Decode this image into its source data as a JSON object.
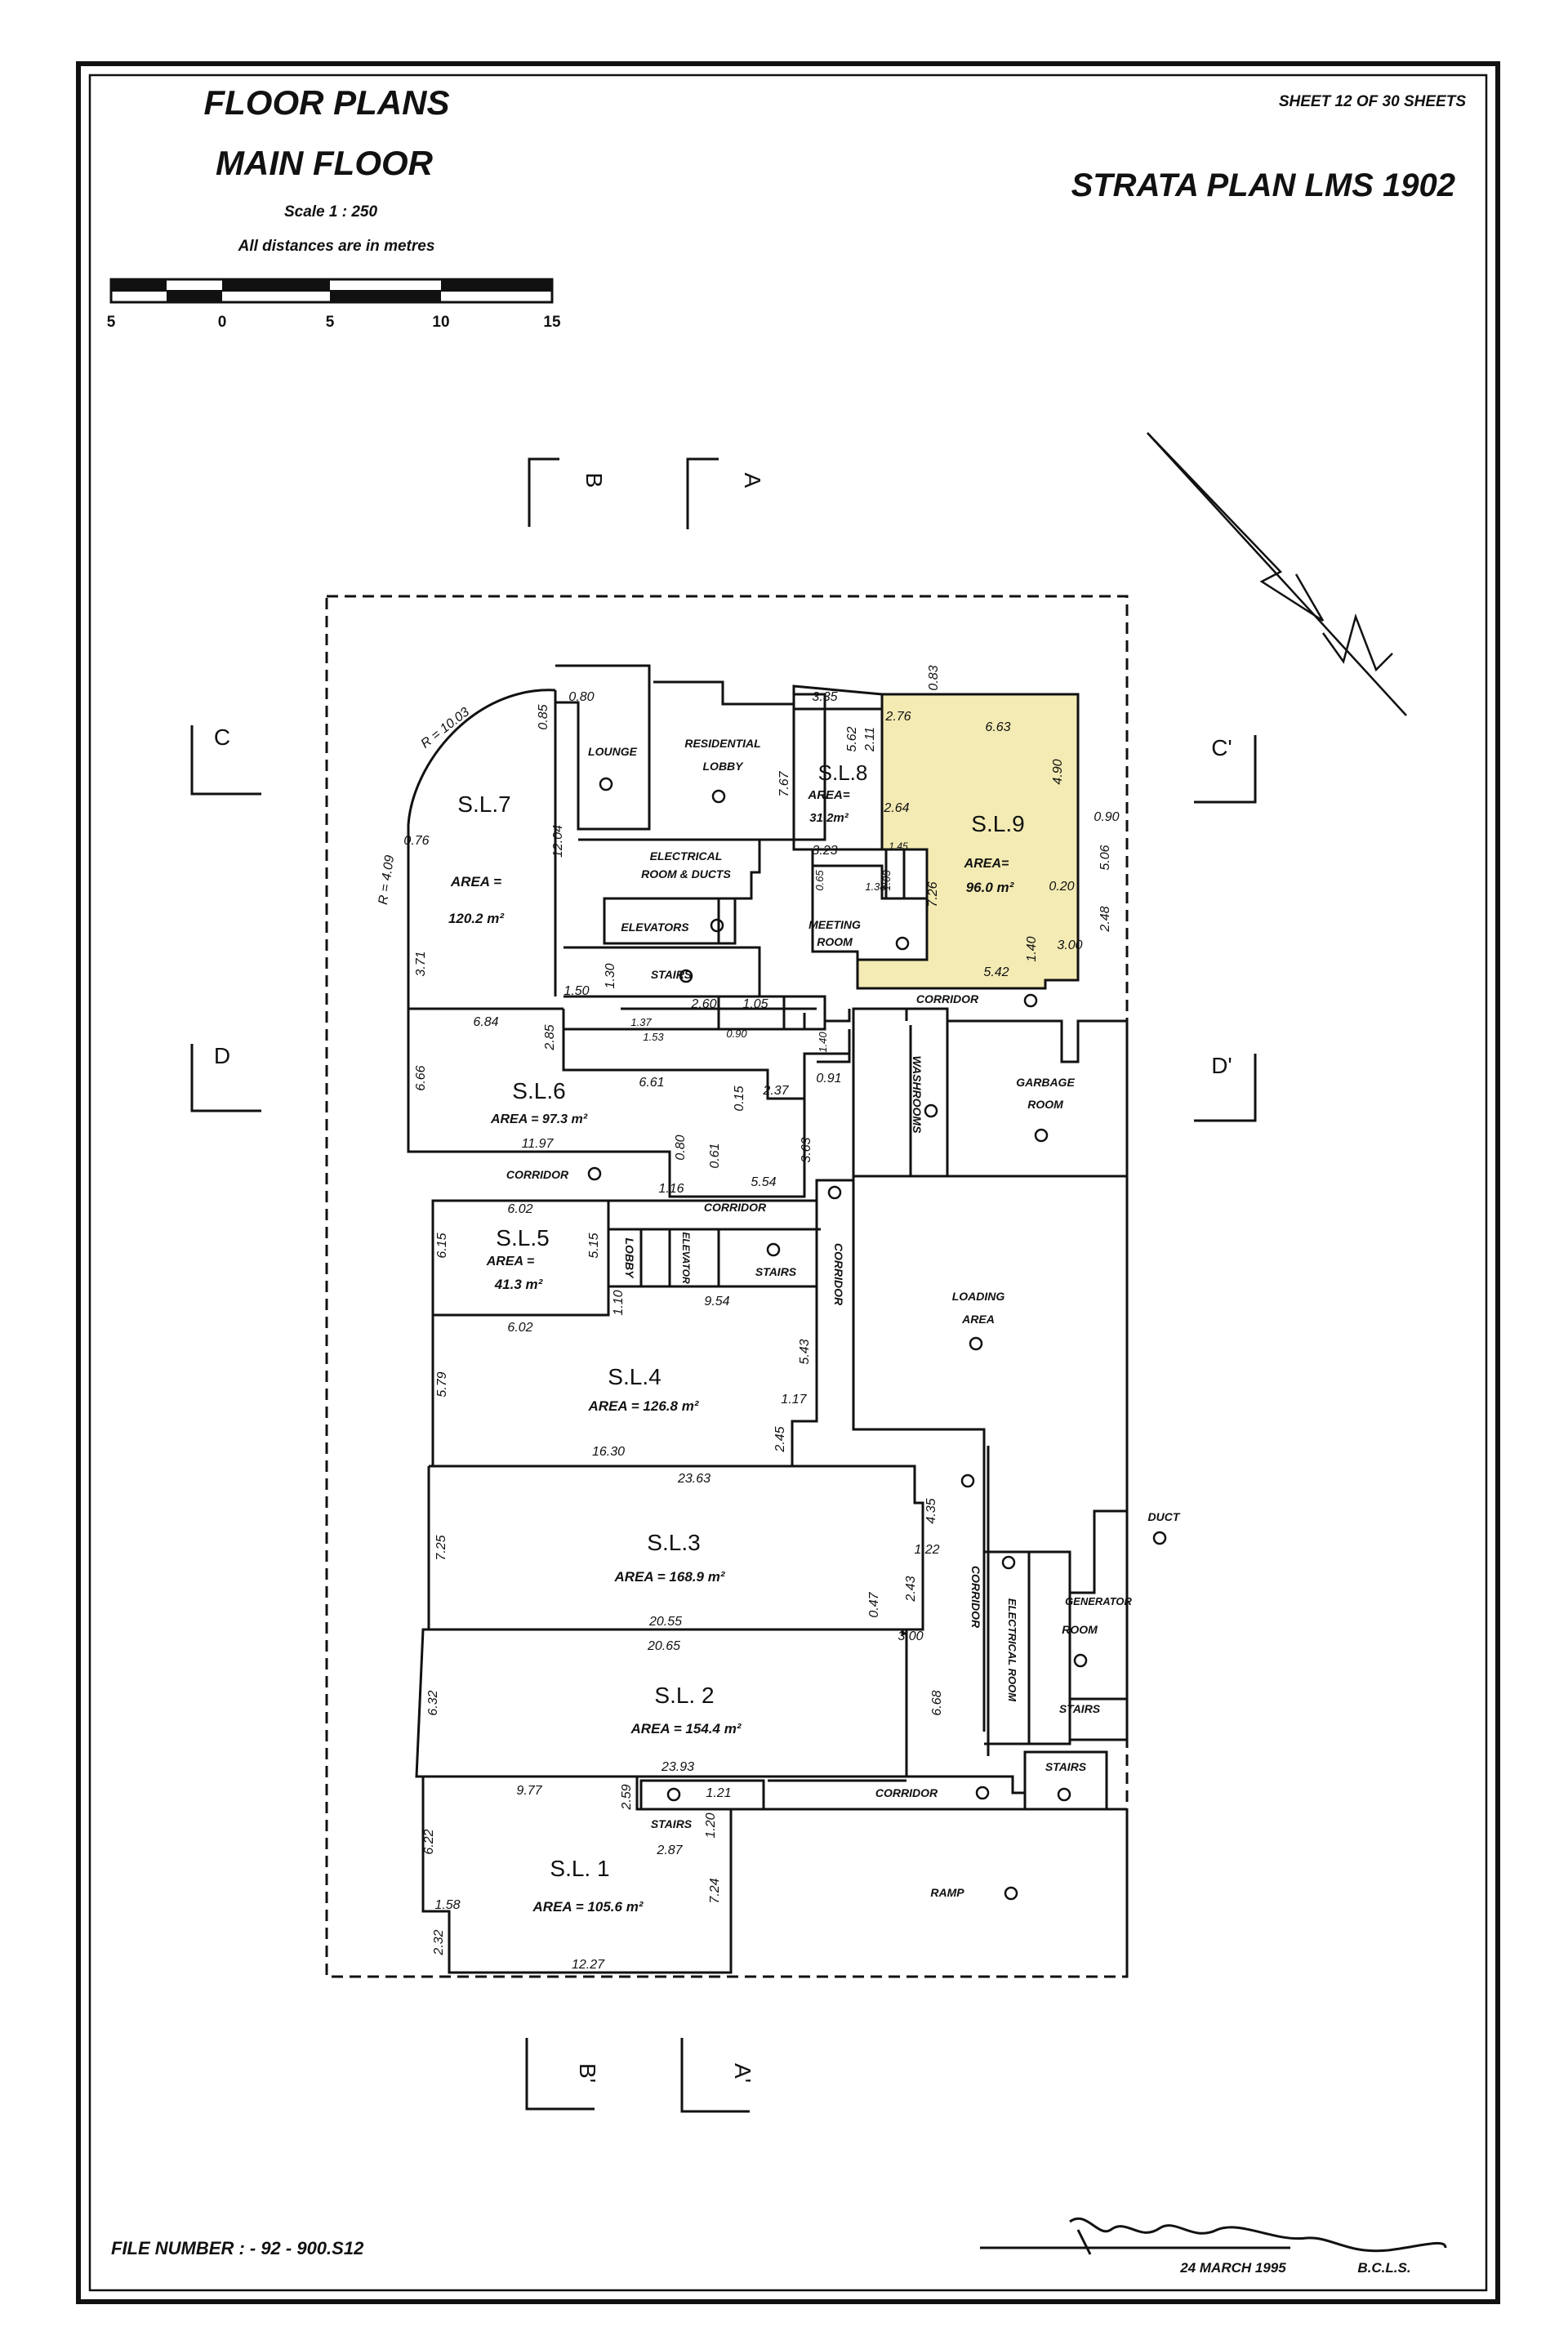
{
  "sheet": {
    "title_line1": "FLOOR PLANS",
    "title_line2": "MAIN FLOOR",
    "scale_text": "Scale 1 : 250",
    "distance_note": "All distances are in metres",
    "sheet_number": "SHEET 12 OF 30 SHEETS",
    "plan_name": "STRATA PLAN LMS 1902",
    "file_number": "FILE NUMBER : - 92 - 900.S12",
    "signature_date": "24 MARCH 1995",
    "signature_credential": "B.C.L.S.",
    "scale_ticks": [
      "5",
      "0",
      "5",
      "10",
      "15"
    ],
    "highlight_color": "#f3ebb3"
  },
  "section_markers": {
    "a": "A",
    "b": "B",
    "c": "C",
    "d": "D",
    "a_prime": "A'",
    "b_prime": "B'",
    "c_prime": "C'",
    "d_prime": "D'"
  },
  "lots": {
    "sl1": {
      "name": "S.L. 1",
      "area": "AREA = 105.6 m²"
    },
    "sl2": {
      "name": "S.L. 2",
      "area": "AREA = 154.4 m²"
    },
    "sl3": {
      "name": "S.L.3",
      "area": "AREA = 168.9 m²"
    },
    "sl4": {
      "name": "S.L.4",
      "area": "AREA = 126.8 m²"
    },
    "sl5": {
      "name": "S.L.5",
      "area_label": "AREA =",
      "area_value": "41.3 m²"
    },
    "sl6": {
      "name": "S.L.6",
      "area": "AREA = 97.3 m²"
    },
    "sl7": {
      "name": "S.L.7",
      "area_label": "AREA =",
      "area_value": "120.2 m²"
    },
    "sl8": {
      "name": "S.L.8",
      "area_label": "AREA=",
      "area_value": "31.2m²"
    },
    "sl9": {
      "name": "S.L.9",
      "area_label": "AREA=",
      "area_value": "96.0 m²"
    }
  },
  "rooms": {
    "lounge": "LOUNGE",
    "residential_lobby_1": "RESIDENTIAL",
    "residential_lobby_2": "LOBBY",
    "electrical_ducts_1": "ELECTRICAL",
    "electrical_ducts_2": "ROOM & DUCTS",
    "elevators": "ELEVATORS",
    "stairs": "STAIRS",
    "meeting_room_1": "MEETING",
    "meeting_room_2": "ROOM",
    "corridor": "CORRIDOR",
    "washrooms": "WASHROOMS",
    "garbage_room_1": "GARBAGE",
    "garbage_room_2": "ROOM",
    "lobby": "LOBBY",
    "elevator": "ELEVATOR",
    "loading_area_1": "LOADING",
    "loading_area_2": "AREA",
    "duct": "DUCT",
    "generator_room_1": "GENERATOR",
    "generator_room_2": "ROOM",
    "electrical_room": "ELECTRICAL ROOM",
    "ramp": "RAMP"
  },
  "dims": {
    "d1": "3.35",
    "d2": "2.76",
    "d3": "0.83",
    "d4": "6.63",
    "d5": "2.11",
    "d6": "5.62",
    "d7": "4.90",
    "d8": "7.67",
    "d9": "2.64",
    "d10": "0.90",
    "d11": "3.23",
    "d12": "1.45",
    "d13": "7.26",
    "d14": "0.20",
    "d15": "5.06",
    "d16": "2.48",
    "d17": "3.00",
    "d18": "1.40",
    "d19": "5.42",
    "d20": "0.80",
    "d21": "0.85",
    "d22": "12.04",
    "d23": "R = 10.03",
    "d24": "0.76",
    "d25": "R = 4.09",
    "d26": "3.71",
    "d27": "1.50",
    "d28": "1.30",
    "d29": "2.60",
    "d30": "1.05",
    "d31": "6.84",
    "d32": "2.85",
    "d33": "6.61",
    "d34": "6.66",
    "d35": "11.97",
    "d36": "0.80",
    "d37": "0.61",
    "d38": "1.16",
    "d39": "5.54",
    "d40": "0.15",
    "d41": "2.37",
    "d42": "0.91",
    "d43": "3.63",
    "d44": "6.02",
    "d45": "6.15",
    "d46": "5.15",
    "d47": "6.02",
    "d48": "1.10",
    "d49": "9.54",
    "d50": "5.79",
    "d51": "5.43",
    "d52": "1.17",
    "d53": "2.45",
    "d54": "16.30",
    "d55": "23.63",
    "d56": "4.35",
    "d57": "7.25",
    "d58": "1.22",
    "d59": "2.43",
    "d60": "0.47",
    "d61": "20.55",
    "d62": "3.00",
    "d63": "20.65",
    "d64": "6.32",
    "d65": "6.68",
    "d66": "23.93",
    "d67": "9.77",
    "d68": "2.59",
    "d69": "1.21",
    "d70": "1.20",
    "d71": "2.87",
    "d72": "6.22",
    "d73": "1.58",
    "d74": "2.32",
    "d75": "7.24",
    "d76": "12.27",
    "d77": "1.37",
    "d78": "1.53",
    "d79": "0.90",
    "d80": "0.65",
    "d81": "1.03",
    "d82": "1.40",
    "d83": "1.38"
  }
}
